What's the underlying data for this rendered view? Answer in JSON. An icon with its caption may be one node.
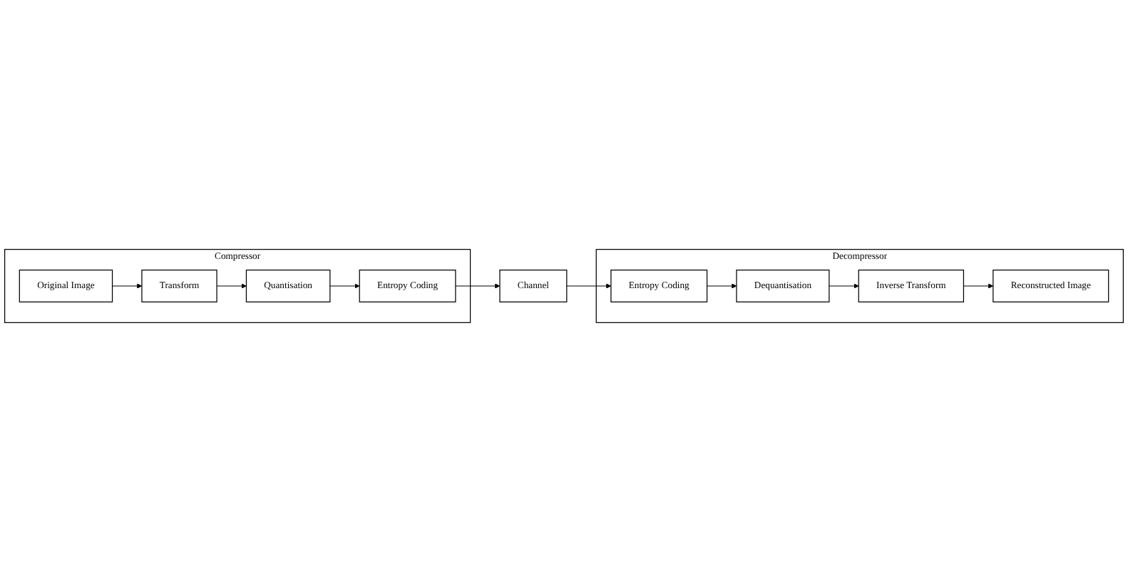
{
  "diagram": {
    "nodes": [
      {
        "text": [
          "Compressor"
        ]
      },
      {
        "text": [
          "Original Image"
        ],
        "in": 0
      },
      {
        "text": [
          "Transform"
        ],
        "in": 0
      },
      {
        "text": [
          "Quantisation"
        ],
        "in": 0
      },
      {
        "text": [
          "Entropy Coding"
        ],
        "in": 0
      },
      {
        "text": [
          "Channel"
        ]
      },
      {
        "text": [
          "Decompressor"
        ]
      },
      {
        "text": [
          "Entropy Coding"
        ],
        "in": 6
      },
      {
        "text": [
          "Dequantisation"
        ],
        "in": 6
      },
      {
        "text": [
          "Inverse Transform"
        ],
        "in": 6
      },
      {
        "text": [
          "Reconstructed Image"
        ],
        "in": 6
      }
    ],
    "edges": [
      {
        "from": 1,
        "to": 2,
        "arrow": "to"
      },
      {
        "from": 2,
        "to": 3,
        "arrow": "to"
      },
      {
        "from": 3,
        "to": 4,
        "arrow": "to"
      },
      {
        "from": 4,
        "to": 5,
        "arrow": "to"
      },
      {
        "from": 5,
        "to": 7,
        "arrow": "to"
      },
      {
        "from": 7,
        "to": 8,
        "arrow": "to"
      },
      {
        "from": 8,
        "to": 9,
        "arrow": "to"
      },
      {
        "from": 9,
        "to": 10,
        "arrow": "to"
      }
    ]
  }
}
